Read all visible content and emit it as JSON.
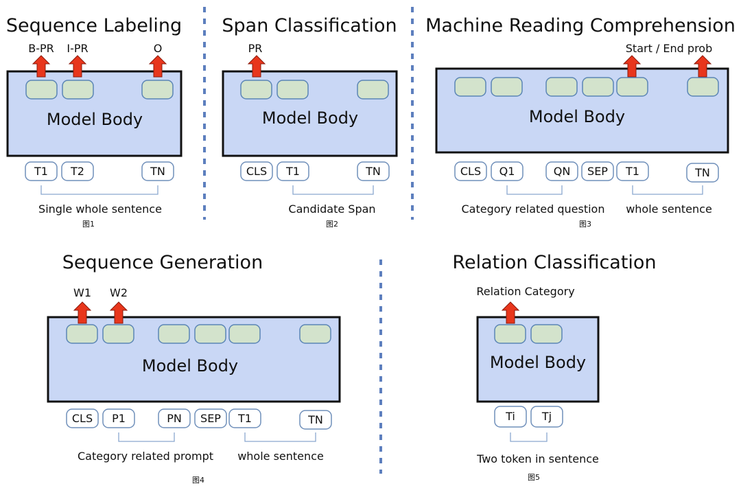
{
  "colors": {
    "model_body_fill": "#c9d7f5",
    "model_body_stroke": "#111111",
    "slot_fill": "#d3e3cc",
    "slot_stroke": "#5b85b5",
    "token_stroke": "#6f8fba",
    "arrow_fill": "#e8361c",
    "arrow_stroke": "#8a1b0c",
    "divider": "#5d7fbe",
    "bracket": "#8aa8cf"
  },
  "panels": {
    "seq_label": {
      "title": "Sequence Labeling",
      "model_body": "Model Body",
      "outputs": [
        "B-PR",
        "I-PR",
        "O"
      ],
      "tokens": [
        "T1",
        "T2",
        "TN"
      ],
      "caption": "Single whole sentence",
      "figure": "图1"
    },
    "span": {
      "title": "Span Classification",
      "model_body": "Model Body",
      "outputs": [
        "PR"
      ],
      "tokens": [
        "CLS",
        "T1",
        "TN"
      ],
      "caption": "Candidate Span",
      "figure": "图2"
    },
    "mrc": {
      "title": "Machine Reading Comprehension",
      "model_body": "Model Body",
      "outputs": [
        "Start / End prob"
      ],
      "tokens": [
        "CLS",
        "Q1",
        "QN",
        "SEP",
        "T1",
        "TN"
      ],
      "caption_question": "Category related question",
      "caption_sentence": "whole sentence",
      "figure": "图3"
    },
    "seqgen": {
      "title": "Sequence Generation",
      "model_body": "Model Body",
      "outputs": [
        "W1",
        "W2"
      ],
      "tokens": [
        "CLS",
        "P1",
        "PN",
        "SEP",
        "T1",
        "TN"
      ],
      "caption_prompt": "Category related prompt",
      "caption_sentence": "whole sentence",
      "figure": "图4"
    },
    "relcls": {
      "title": "Relation Classification",
      "model_body": "Model Body",
      "outputs": [
        "Relation Category"
      ],
      "tokens": [
        "Ti",
        "Tj"
      ],
      "caption": "Two token in sentence",
      "figure": "图5"
    }
  }
}
